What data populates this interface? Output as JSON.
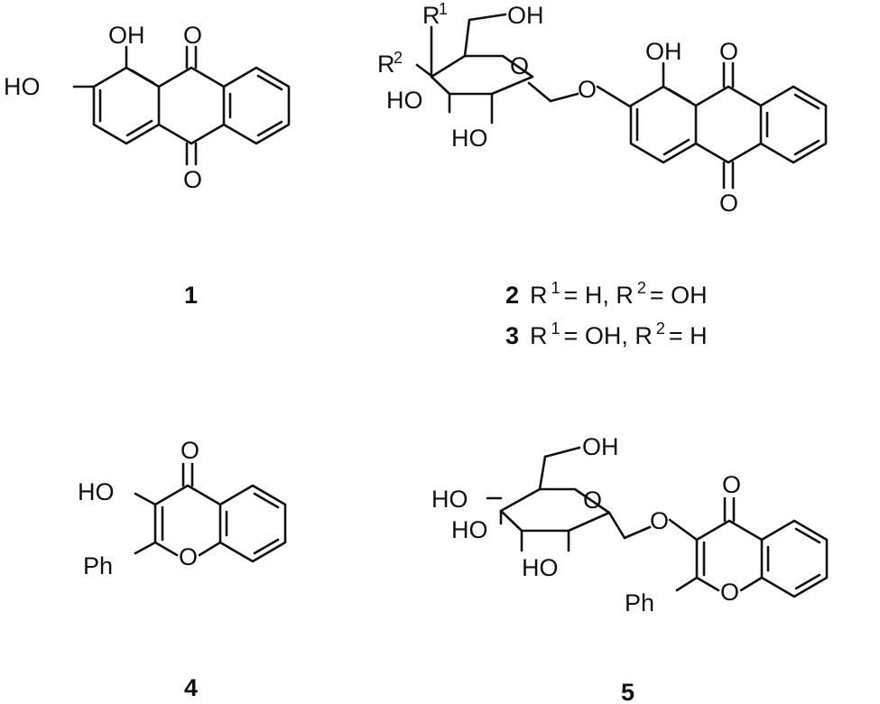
{
  "compounds": {
    "c1": {
      "number": "1",
      "labels": {
        "oh_top": "OH",
        "oh_left": "HO",
        "o_top": "O",
        "o_bottom": "O"
      }
    },
    "c2": {
      "labels": {
        "r1": "R",
        "r1_sup": "1",
        "r2": "R",
        "r2_sup": "2",
        "ch2oh": "OH",
        "ring_o": "O",
        "ho_c3": "HO",
        "ho_c2": "HO",
        "glyco_o": "O",
        "oh_top": "OH",
        "o_top": "O",
        "o_bottom": "O"
      },
      "caption": {
        "number": "2",
        "r1": "R",
        "r1_sup": "1",
        "r1_eq": " = H, ",
        "r2": "R",
        "r2_sup": "2",
        "r2_eq": " = OH"
      }
    },
    "c3": {
      "caption": {
        "number": "3",
        "r1": "R",
        "r1_sup": "1",
        "r1_eq": " = OH, ",
        "r2": "R",
        "r2_sup": "2",
        "r2_eq": " = H"
      }
    },
    "c4": {
      "number": "4",
      "labels": {
        "ho": "HO",
        "o_carbonyl": "O",
        "o_ring": "O",
        "ph": "Ph"
      }
    },
    "c5": {
      "number": "5",
      "labels": {
        "ch2oh": "OH",
        "ho1": "HO",
        "ho2": "HO",
        "ho3": "HO",
        "ring_o": "O",
        "glyco_o": "O",
        "o_carbonyl": "O",
        "o_ring": "O",
        "ph": "Ph"
      }
    }
  }
}
